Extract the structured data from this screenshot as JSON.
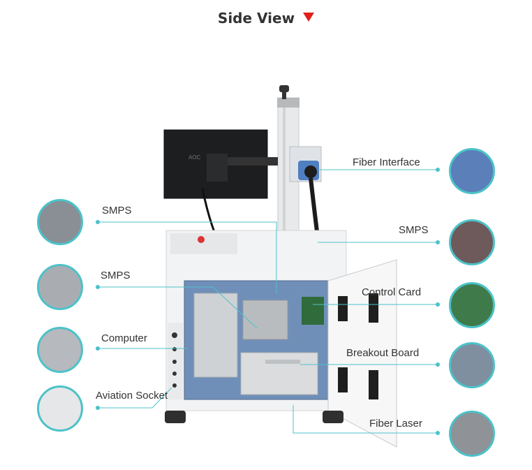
{
  "header": {
    "title": "Side View",
    "arrow_color": "#e0201a"
  },
  "accent_color": "#4cc2c9",
  "monitor": {
    "brand": "AOC"
  },
  "callouts_left": [
    {
      "label": "SMPS"
    },
    {
      "label": "SMPS"
    },
    {
      "label": "Computer"
    },
    {
      "label": "Aviation Socket"
    }
  ],
  "callouts_right": [
    {
      "label": "Fiber Interface"
    },
    {
      "label": "SMPS"
    },
    {
      "label": "Control Card"
    },
    {
      "label": "Breakout Board"
    },
    {
      "label": "Fiber Laser"
    }
  ]
}
